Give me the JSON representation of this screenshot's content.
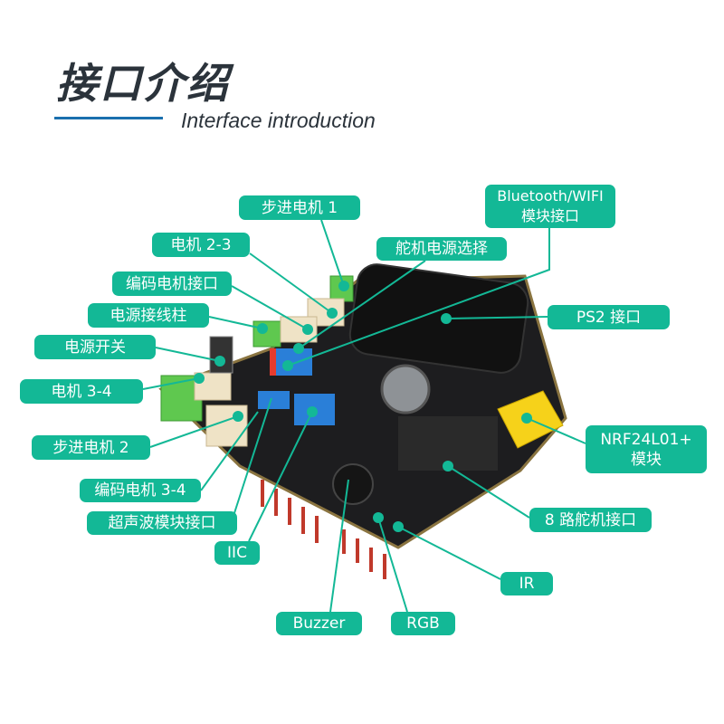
{
  "header": {
    "title": "接口介绍",
    "subtitle": "Interface introduction"
  },
  "accent_color": "#13b896",
  "labels": {
    "stepper1": "步进电机 1",
    "motor23": "电机 2-3",
    "encoder_motor": "编码电机接口",
    "power_terminal": "电源接线柱",
    "power_switch": "电源开关",
    "motor34": "电机 3-4",
    "stepper2": "步进电机 2",
    "encoder_motor34": "编码电机 3-4",
    "ultrasonic": "超声波模块接口",
    "iic": "IIC",
    "buzzer": "Buzzer",
    "rgb": "RGB",
    "ir": "IR",
    "servo8": "8 路舵机接口",
    "nrf_line1": "NRF24L01+",
    "nrf_line2": "模块",
    "ps2": "PS2 接口",
    "servo_power": "舵机电源选择",
    "bt_line1": "Bluetooth/WIFI",
    "bt_line2": "模块接口"
  }
}
